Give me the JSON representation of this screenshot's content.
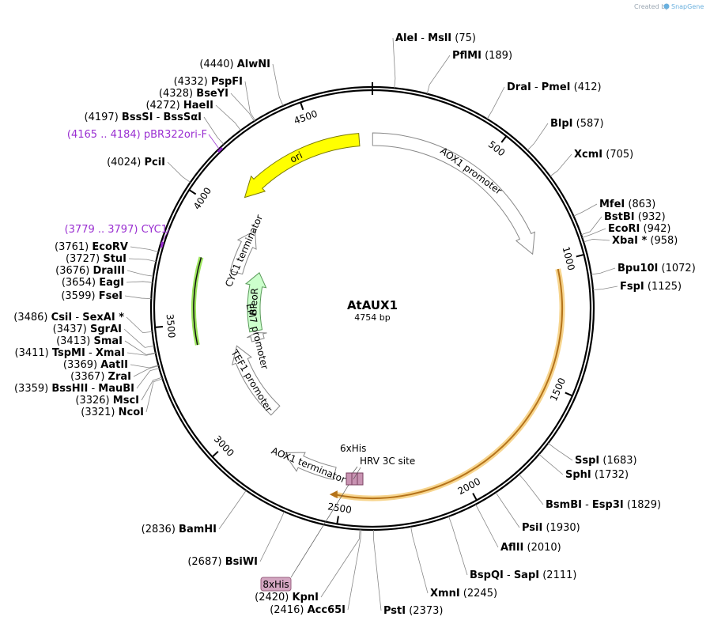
{
  "map": {
    "name": "AtAUX1",
    "length_label": "4754 bp",
    "total_bp": 4754
  },
  "credit": {
    "prefix": "Created by",
    "brand": "SnapGene"
  },
  "ticks": [
    {
      "bp": 500,
      "label": "500"
    },
    {
      "bp": 1000,
      "label": "1000"
    },
    {
      "bp": 1500,
      "label": "1500"
    },
    {
      "bp": 2000,
      "label": "2000"
    },
    {
      "bp": 2500,
      "label": "2500"
    },
    {
      "bp": 3000,
      "label": "3000"
    },
    {
      "bp": 3500,
      "label": "3500"
    },
    {
      "bp": 4000,
      "label": "4000"
    },
    {
      "bp": 4500,
      "label": "4500"
    }
  ],
  "sites": [
    {
      "name": "AleI",
      "name2": "MslI",
      "pos": "(75)",
      "bp": 75,
      "side": "right"
    },
    {
      "name": "PflMI",
      "pos": "(189)",
      "bp": 189,
      "side": "right"
    },
    {
      "name": "DraI",
      "name2": "PmeI",
      "pos": "(412)",
      "bp": 412,
      "side": "right"
    },
    {
      "name": "BlpI",
      "pos": "(587)",
      "bp": 587,
      "side": "right"
    },
    {
      "name": "XcmI",
      "pos": "(705)",
      "bp": 705,
      "side": "right"
    },
    {
      "name": "MfeI",
      "pos": "(863)",
      "bp": 863,
      "side": "right"
    },
    {
      "name": "BstBI",
      "pos": "(932)",
      "bp": 932,
      "side": "right"
    },
    {
      "name": "EcoRI",
      "pos": "(942)",
      "bp": 942,
      "side": "right"
    },
    {
      "name": "XbaI *",
      "pos": "(958)",
      "bp": 958,
      "side": "right"
    },
    {
      "name": "Bpu10I",
      "pos": "(1072)",
      "bp": 1072,
      "side": "right"
    },
    {
      "name": "FspI",
      "pos": "(1125)",
      "bp": 1125,
      "side": "right"
    },
    {
      "name": "SspI",
      "pos": "(1683)",
      "bp": 1683,
      "side": "right"
    },
    {
      "name": "SphI",
      "pos": "(1732)",
      "bp": 1732,
      "side": "right"
    },
    {
      "name": "BsmBI",
      "name2": "Esp3I",
      "pos": "(1829)",
      "bp": 1829,
      "side": "right"
    },
    {
      "name": "PsiI",
      "pos": "(1930)",
      "bp": 1930,
      "side": "right"
    },
    {
      "name": "AflII",
      "pos": "(2010)",
      "bp": 2010,
      "side": "right"
    },
    {
      "name": "BspQI",
      "name2": "SapI",
      "pos": "(2111)",
      "bp": 2111,
      "side": "right"
    },
    {
      "name": "XmnI",
      "pos": "(2245)",
      "bp": 2245,
      "side": "right"
    },
    {
      "name": "PstI",
      "pos": "(2373)",
      "bp": 2373,
      "side": "right"
    },
    {
      "name": "Acc65I",
      "pos": "(2416)",
      "bp": 2416,
      "side": "left"
    },
    {
      "name": "KpnI",
      "pos": "(2420)",
      "bp": 2420,
      "side": "left"
    },
    {
      "name": "BsiWI",
      "pos": "(2687)",
      "bp": 2687,
      "side": "left"
    },
    {
      "name": "BamHI",
      "pos": "(2836)",
      "bp": 2836,
      "side": "left"
    },
    {
      "name": "NcoI",
      "pos": "(3321)",
      "bp": 3321,
      "side": "left"
    },
    {
      "name": "MscI",
      "pos": "(3326)",
      "bp": 3326,
      "side": "left"
    },
    {
      "name": "BssHII",
      "name2": "MauBI",
      "pos": "(3359)",
      "bp": 3359,
      "side": "left"
    },
    {
      "name": "ZraI",
      "pos": "(3367)",
      "bp": 3367,
      "side": "left"
    },
    {
      "name": "AatII",
      "pos": "(3369)",
      "bp": 3369,
      "side": "left"
    },
    {
      "name": "TspMI",
      "name2": "XmaI",
      "pos": "(3411)",
      "bp": 3411,
      "side": "left"
    },
    {
      "name": "SmaI",
      "pos": "(3413)",
      "bp": 3413,
      "side": "left"
    },
    {
      "name": "SgrAI",
      "pos": "(3437)",
      "bp": 3437,
      "side": "left"
    },
    {
      "name": "CsiI",
      "name2": "SexAI *",
      "pos": "(3486)",
      "bp": 3486,
      "side": "left"
    },
    {
      "name": "FseI",
      "pos": "(3599)",
      "bp": 3599,
      "side": "left"
    },
    {
      "name": "EagI",
      "pos": "(3654)",
      "bp": 3654,
      "side": "left"
    },
    {
      "name": "DraIII",
      "pos": "(3676)",
      "bp": 3676,
      "side": "left"
    },
    {
      "name": "StuI",
      "pos": "(3727)",
      "bp": 3727,
      "side": "left"
    },
    {
      "name": "EcoRV",
      "pos": "(3761)",
      "bp": 3761,
      "side": "left"
    },
    {
      "name": "PciI",
      "pos": "(4024)",
      "bp": 4024,
      "side": "left"
    },
    {
      "name": "BssSI",
      "name2": "BssSαI",
      "pos": "(4197)",
      "bp": 4197,
      "side": "left"
    },
    {
      "name": "HaeII",
      "pos": "(4272)",
      "bp": 4272,
      "side": "left"
    },
    {
      "name": "BseYI",
      "pos": "(4328)",
      "bp": 4328,
      "side": "left"
    },
    {
      "name": "PspFI",
      "pos": "(4332)",
      "bp": 4332,
      "side": "left"
    },
    {
      "name": "AlwNI",
      "pos": "(4440)",
      "bp": 4440,
      "side": "left"
    }
  ],
  "primers": [
    {
      "name": "CYC1",
      "pos": "(3779 .. 3797)",
      "bp": 3788,
      "color": "#9a2fd1"
    },
    {
      "name": "pBR322ori-F",
      "pos": "(4165 .. 4184)",
      "bp": 4175,
      "color": "#9a2fd1"
    }
  ],
  "features": [
    {
      "name": "AOX1 promoter",
      "start": 1,
      "end": 941,
      "dir": 1,
      "ring": 1,
      "fill": "#ffffff",
      "stroke": "#888888"
    },
    {
      "name": "ori",
      "start": 4107,
      "end": 4695,
      "dir": -1,
      "ring": 1,
      "fill": "#ffff00",
      "stroke": "#7a7a00"
    },
    {
      "name": "CYC1 terminator",
      "start": 3761,
      "end": 4008,
      "dir": 1,
      "ring": 2,
      "fill": "#ffffff",
      "stroke": "#888888"
    },
    {
      "name": "BleoR",
      "start": 3422,
      "end": 3797,
      "dir": 1,
      "ring": 3,
      "fill": "#ccffcc",
      "stroke": "#5a9a5a"
    },
    {
      "name": "EM7 promoter",
      "start": 3362,
      "end": 3410,
      "dir": 1,
      "ring": 3,
      "fill": "#ffffff",
      "stroke": "#888888"
    },
    {
      "name": "TEF1 promoter",
      "start": 2952,
      "end": 3362,
      "dir": 1,
      "ring": 2,
      "fill": "#ffffff",
      "stroke": "#888888"
    },
    {
      "name": "AOX1 terminator",
      "start": 2547,
      "end": 2793,
      "dir": 1,
      "ring": 1,
      "fill": "#ffffff",
      "stroke": "#888888"
    }
  ],
  "orf": {
    "start": 1030,
    "end": 2530,
    "color": "#b5731a",
    "halo": "#f7d58e"
  },
  "orf_green": {
    "start": 3410,
    "end": 3785,
    "color": "#111111",
    "halo": "#9be45c"
  },
  "small_labels": {
    "his6": "6xHis",
    "hrv": "HRV 3C site",
    "his8": "8xHis"
  }
}
